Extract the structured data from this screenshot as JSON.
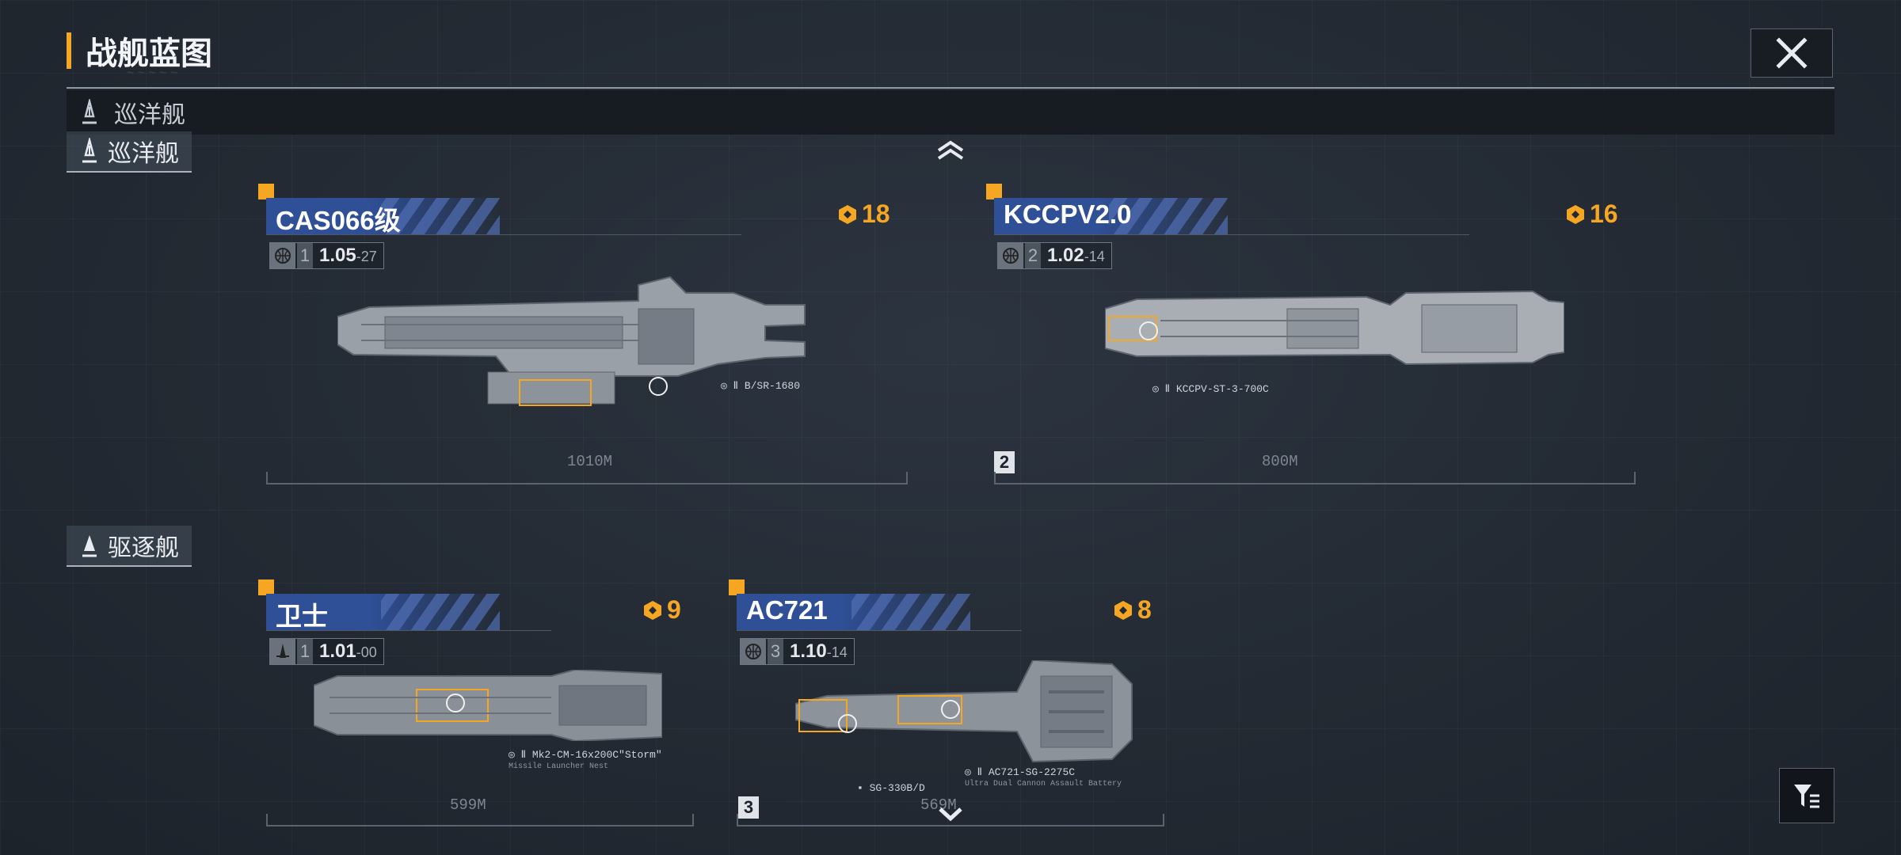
{
  "page": {
    "title": "战舰蓝图"
  },
  "sticky_header": {
    "label": "巡洋舰",
    "icon": "cruiser-icon"
  },
  "sections": [
    {
      "label": "巡洋舰",
      "icon": "cruiser-icon"
    },
    {
      "label": "驱逐舰",
      "icon": "destroyer-icon"
    }
  ],
  "cards": [
    {
      "name": "CAS066级",
      "power": "18",
      "stat_icon": "globe-icon",
      "level": "1",
      "version_main": "1.05",
      "version_sub": "-27",
      "callout": "B/SR-1680",
      "callout_sub": "",
      "length": "1010M",
      "badge": ""
    },
    {
      "name": "KCCPV2.0",
      "power": "16",
      "stat_icon": "globe-icon",
      "level": "2",
      "version_main": "1.02",
      "version_sub": "-14",
      "callout": "KCCPV-ST-3-700C",
      "callout_sub": "",
      "length": "800M",
      "badge": "2"
    },
    {
      "name": "卫士",
      "power": "9",
      "stat_icon": "ship-icon",
      "level": "1",
      "version_main": "1.01",
      "version_sub": "-00",
      "callout": "Mk2-CM-16x200C\"Storm\"",
      "callout_sub": "Missile Launcher Nest",
      "length": "599M",
      "badge": ""
    },
    {
      "name": "AC721",
      "power": "8",
      "stat_icon": "globe-icon",
      "level": "3",
      "version_main": "1.10",
      "version_sub": "-14",
      "callout": "AC721-SG-2275C",
      "callout_sub": "Ultra Dual Cannon Assault Battery",
      "callout2": "SG-330B/D",
      "length": "569M",
      "badge": "3"
    }
  ],
  "colors": {
    "accent": "#f5a623",
    "name_band": "#2f4f96",
    "background": "#232a33"
  }
}
